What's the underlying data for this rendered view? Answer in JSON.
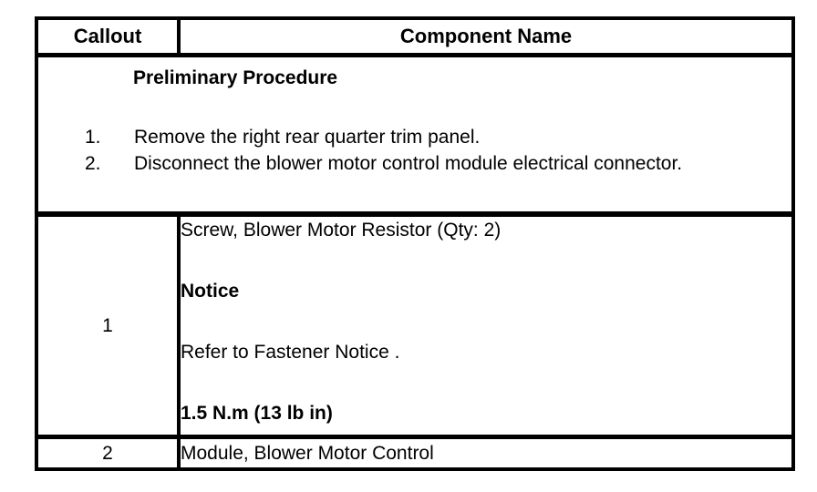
{
  "colors": {
    "background": "#ffffff",
    "text": "#000000",
    "border": "#000000"
  },
  "table": {
    "header": {
      "callout": "Callout",
      "component_name": "Component Name"
    },
    "preliminary": {
      "title": "Preliminary Procedure",
      "steps": [
        {
          "num": "1.",
          "text": "Remove the right rear quarter trim panel."
        },
        {
          "num": "2.",
          "text": "Disconnect the blower motor control module electrical connector."
        }
      ]
    },
    "rows": [
      {
        "callout": "1",
        "lines": [
          "Screw, Blower Motor Resistor (Qty: 2)",
          "Notice",
          "Refer to Fastener Notice .",
          "1.5 N.m (13 lb in)"
        ]
      },
      {
        "callout": "2",
        "component": "Module, Blower Motor Control"
      }
    ]
  }
}
